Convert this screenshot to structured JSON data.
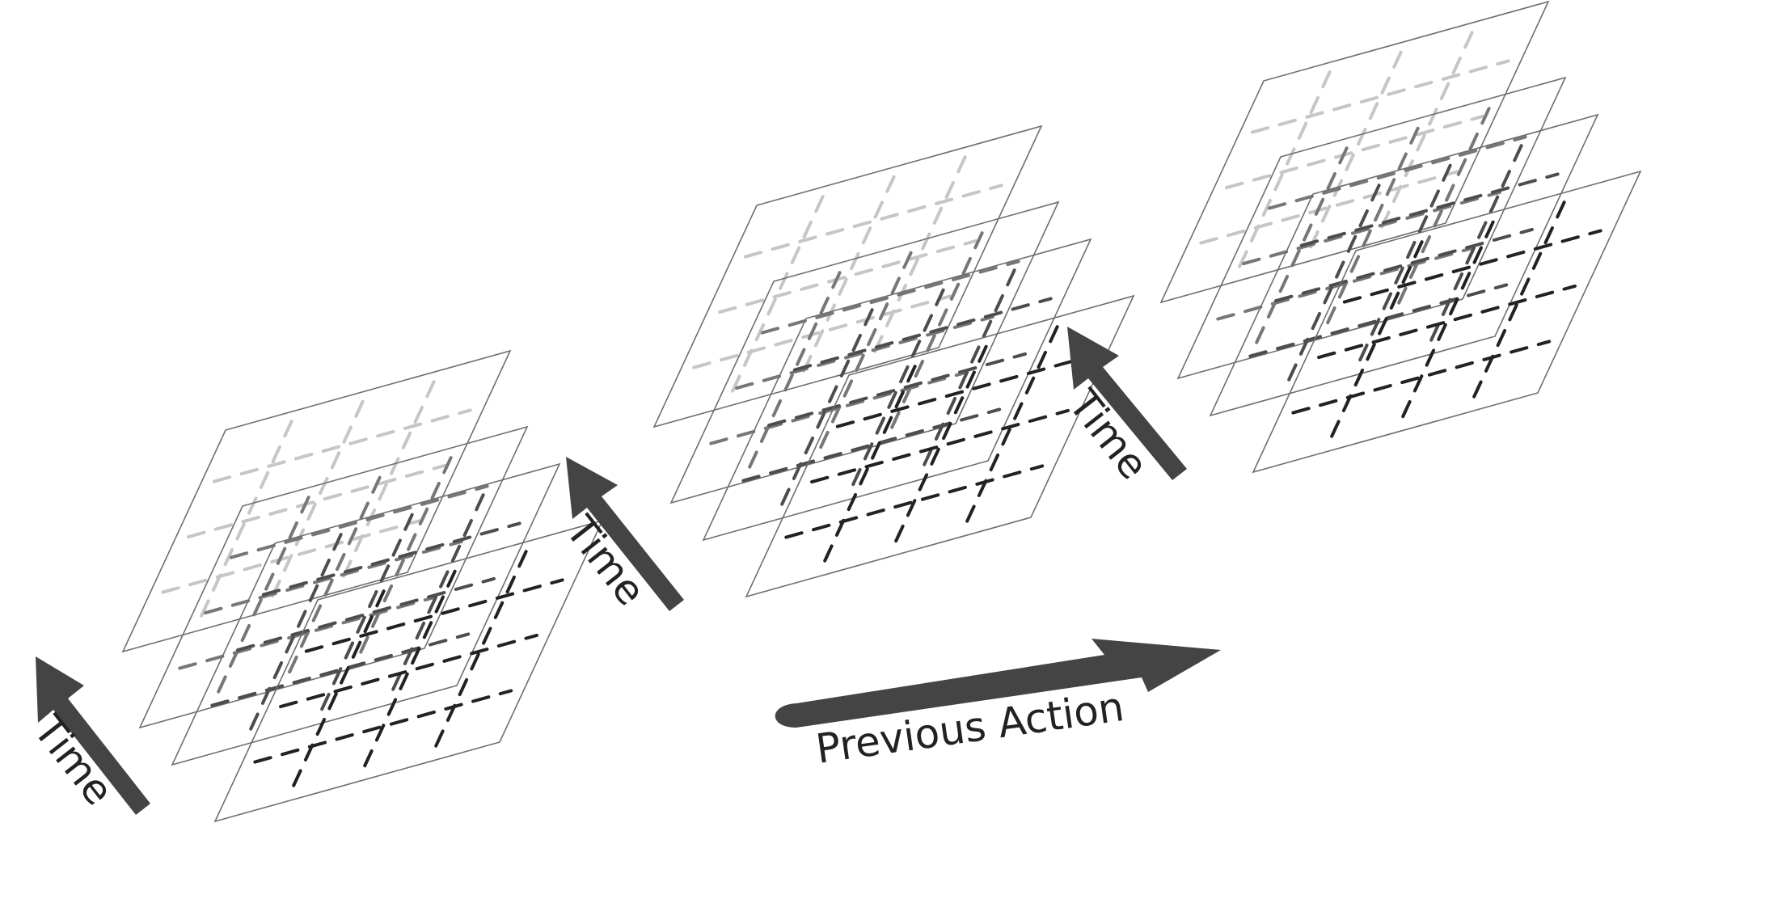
{
  "labels": {
    "time_1": "Time",
    "time_2": "Time",
    "time_3": "Time",
    "previous_action": "Previous Action"
  },
  "stacks": [
    {
      "frames": [
        {
          "level": 0,
          "color": "#c6c6c6"
        },
        {
          "level": 1,
          "color": "#777777"
        },
        {
          "level": 2,
          "color": "#4d4d4d"
        },
        {
          "level": 3,
          "color": "#222222"
        }
      ]
    },
    {
      "frames": [
        {
          "level": 0,
          "color": "#c6c6c6"
        },
        {
          "level": 1,
          "color": "#777777"
        },
        {
          "level": 2,
          "color": "#4d4d4d"
        },
        {
          "level": 3,
          "color": "#222222"
        }
      ]
    },
    {
      "frames": [
        {
          "level": 0,
          "color": "#c6c6c6"
        },
        {
          "level": 1,
          "color": "#777777"
        },
        {
          "level": 2,
          "color": "#4d4d4d"
        },
        {
          "level": 3,
          "color": "#222222"
        }
      ]
    }
  ],
  "colors": {
    "arrow": "#444444",
    "outline": "#6f6f6f",
    "text": "#222222"
  }
}
